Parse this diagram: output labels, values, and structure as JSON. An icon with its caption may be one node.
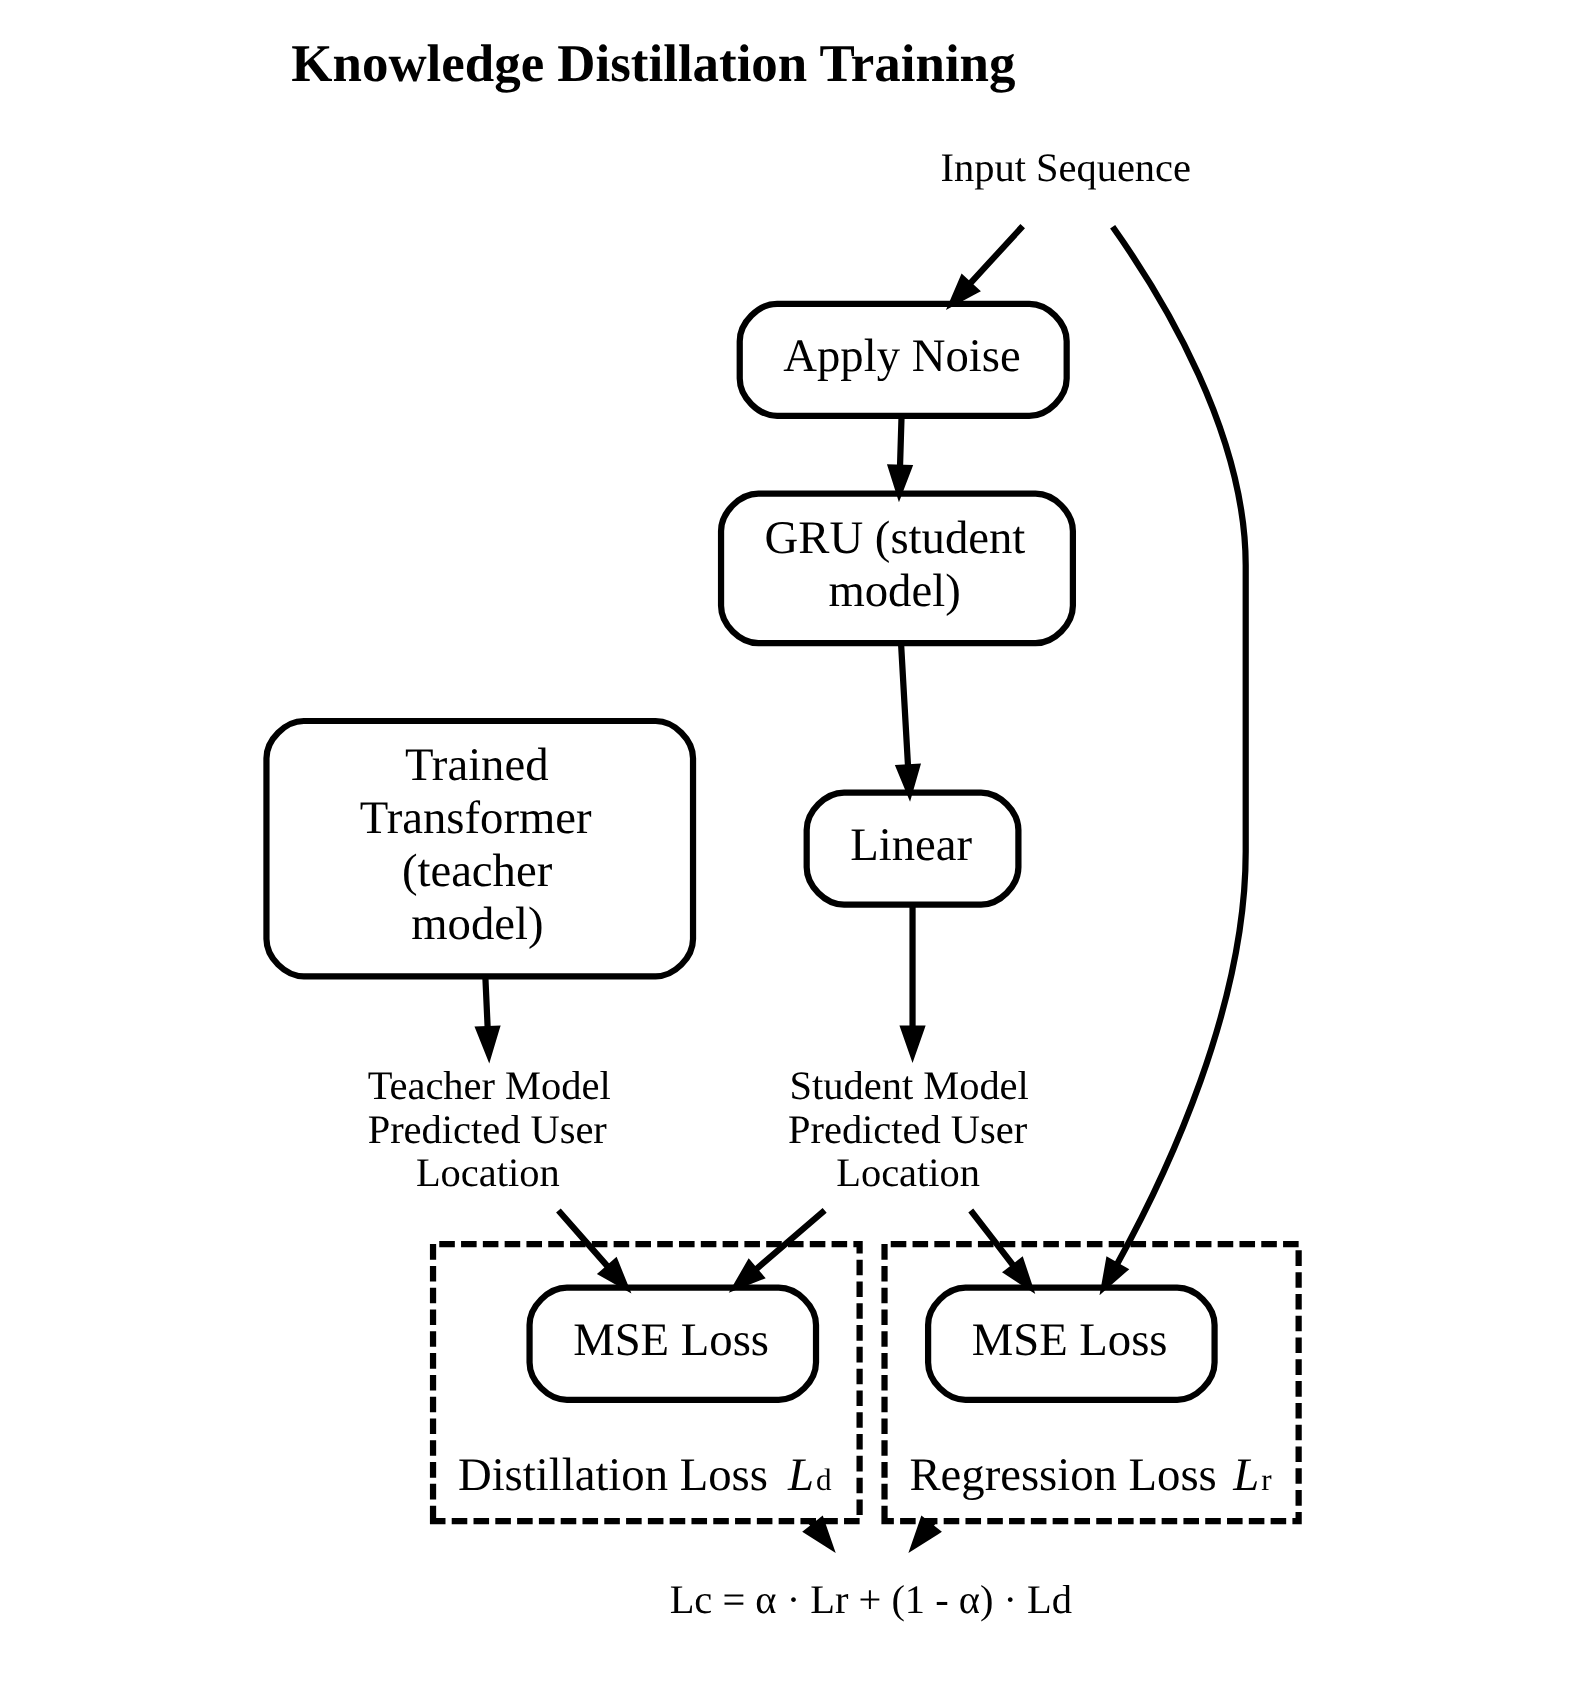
{
  "diagram": {
    "title": "Knowledge Distillation Training",
    "nodes": [
      {
        "text": [
          "Input Sequence"
        ]
      },
      {
        "text": [
          "Apply Noise"
        ]
      },
      {
        "text": [
          "Trained Transformer (teacher model)"
        ]
      },
      {
        "text": [
          "GRU (student model)"
        ]
      },
      {
        "text": [
          "Linear"
        ]
      },
      {
        "text": [
          "Teacher Model Predicted User Location"
        ]
      },
      {
        "text": [
          "Student Model Predicted User Location"
        ]
      },
      {
        "text": [
          "Distillation Loss *L*$_{d}$"
        ]
      },
      {
        "text": [
          "MSE Loss"
        ],
        "in": 7
      },
      {
        "text": [
          "Regression Loss *L*$_{r}$"
        ]
      },
      {
        "text": [
          "MSE Loss"
        ],
        "in": 9
      },
      {
        "text": [
          "Lc = α · Lr + (1 - α) · Ld"
        ]
      }
    ],
    "edges": [
      {
        "from": 0,
        "to": 1,
        "arrow": "to"
      },
      {
        "from": 1,
        "to": 3,
        "arrow": "to"
      },
      {
        "from": 3,
        "to": 4,
        "arrow": "to"
      },
      {
        "from": 4,
        "to": 6,
        "arrow": "to"
      },
      {
        "from": 2,
        "to": 5,
        "arrow": "to"
      },
      {
        "from": 5,
        "to": 8,
        "arrow": "to"
      },
      {
        "from": 6,
        "to": 8,
        "arrow": "to"
      },
      {
        "from": 6,
        "to": 10,
        "arrow": "to"
      },
      {
        "from": 0,
        "to": 10,
        "arrow": "to"
      },
      {
        "from": 7,
        "to": 11,
        "arrow": "to"
      },
      {
        "from": 9,
        "to": 11,
        "arrow": "to"
      }
    ]
  }
}
